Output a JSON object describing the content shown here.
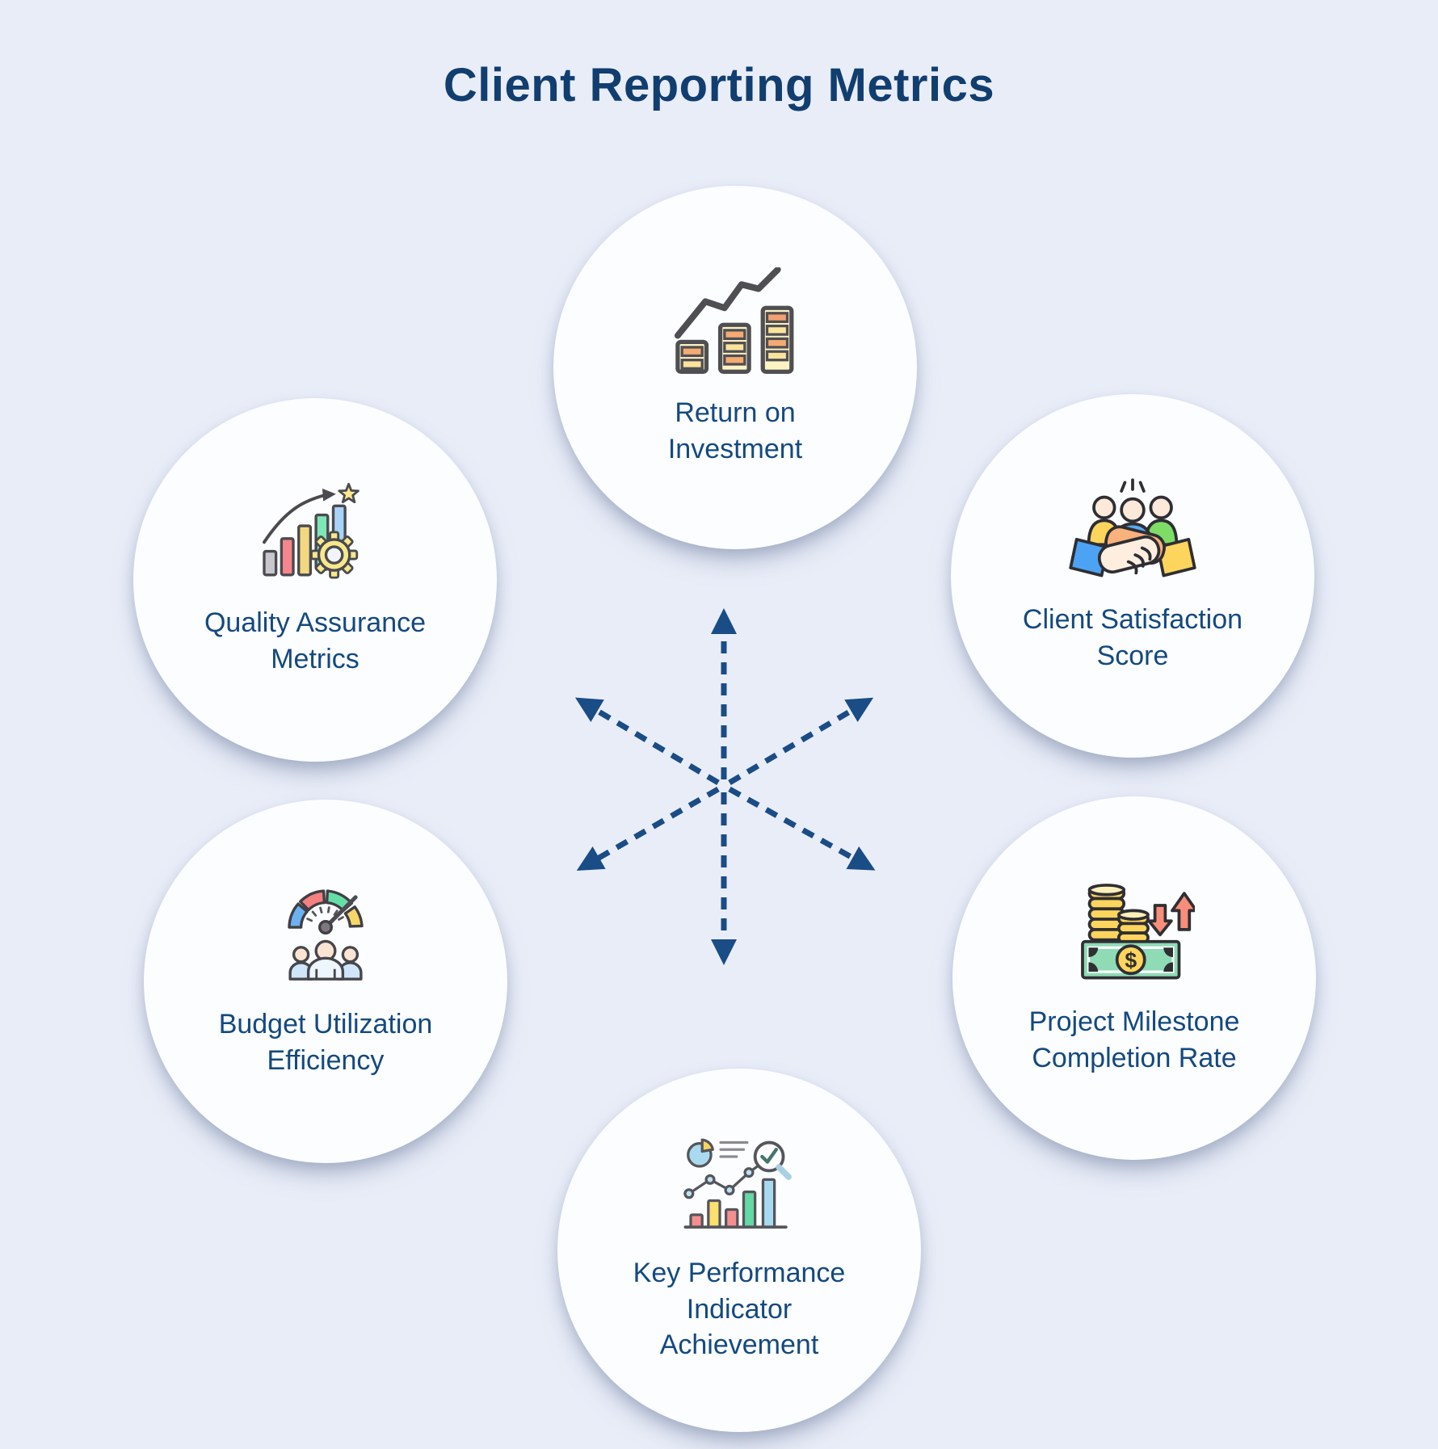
{
  "title": "Client Reporting Metrics",
  "colors": {
    "background": "#e9edf8",
    "circle_fill": "#fcfdff",
    "title_text": "#113e6f",
    "label_text": "#14497f",
    "arrow": "#1a4c85"
  },
  "nodes": [
    {
      "id": "return-on-investment",
      "label_lines": [
        "Return on",
        "Investment"
      ],
      "icon": "coin-bars-growth-line-icon",
      "icon_colors": {
        "outline": "#4f4f53",
        "stripe_orange": "#f5aa72",
        "stripe_yellow": "#fce39c"
      }
    },
    {
      "id": "client-satisfaction-score",
      "label_lines": [
        "Client Satisfaction",
        "Score"
      ],
      "icon": "handshake-team-icon",
      "icon_colors": {
        "sleeve_blue": "#4da3f3",
        "shirt_yellow": "#fdd55c",
        "shirt_green": "#7edd66",
        "hand_skin": "#fdeee0",
        "hand_tan": "#f9b27c"
      }
    },
    {
      "id": "project-milestone-completion-rate",
      "label_lines": [
        "Project Milestone",
        "Completion Rate"
      ],
      "icon": "coins-banknote-arrows-icon",
      "icon_colors": {
        "coin_gold": "#fdd55c",
        "banknote_green": "#8edbb6",
        "arrow_salmon": "#f98d79"
      }
    },
    {
      "id": "key-performance-indicator-achievement",
      "label_lines": [
        "Key Performance",
        "Indicator",
        "Achievement"
      ],
      "icon": "analytics-chart-magnifier-icon",
      "icon_colors": {
        "pie_blue": "#a9daef",
        "pie_yellow": "#fdd55c",
        "bar_red": "#f58f8f",
        "bar_yellow": "#fbe06e",
        "bar_green": "#63d9a3",
        "bar_blue": "#a7d9f2"
      }
    },
    {
      "id": "budget-utilization-efficiency",
      "label_lines": [
        "Budget Utilization",
        "Efficiency"
      ],
      "icon": "gauge-team-icon",
      "icon_colors": {
        "seg_blue": "#6cb1f2",
        "seg_red": "#f58080",
        "seg_green": "#66dfa6",
        "seg_yellow": "#f7d76a",
        "body_blue": "#cfe6fa"
      }
    },
    {
      "id": "quality-assurance-metrics",
      "label_lines": [
        "Quality Assurance",
        "Metrics"
      ],
      "icon": "rising-bars-star-gear-icon",
      "icon_colors": {
        "bar_gray": "#c9c7cd",
        "bar_red": "#f6858d",
        "bar_yellow": "#f3d87f",
        "bar_green": "#7fe6b7",
        "bar_blue": "#a8d4f7",
        "star_gear_yellow": "#f8e88c"
      }
    }
  ],
  "center_arrows": {
    "style": "dashed",
    "count": 6,
    "directions": [
      "up",
      "down",
      "upper-left",
      "upper-right",
      "lower-left",
      "lower-right"
    ]
  }
}
